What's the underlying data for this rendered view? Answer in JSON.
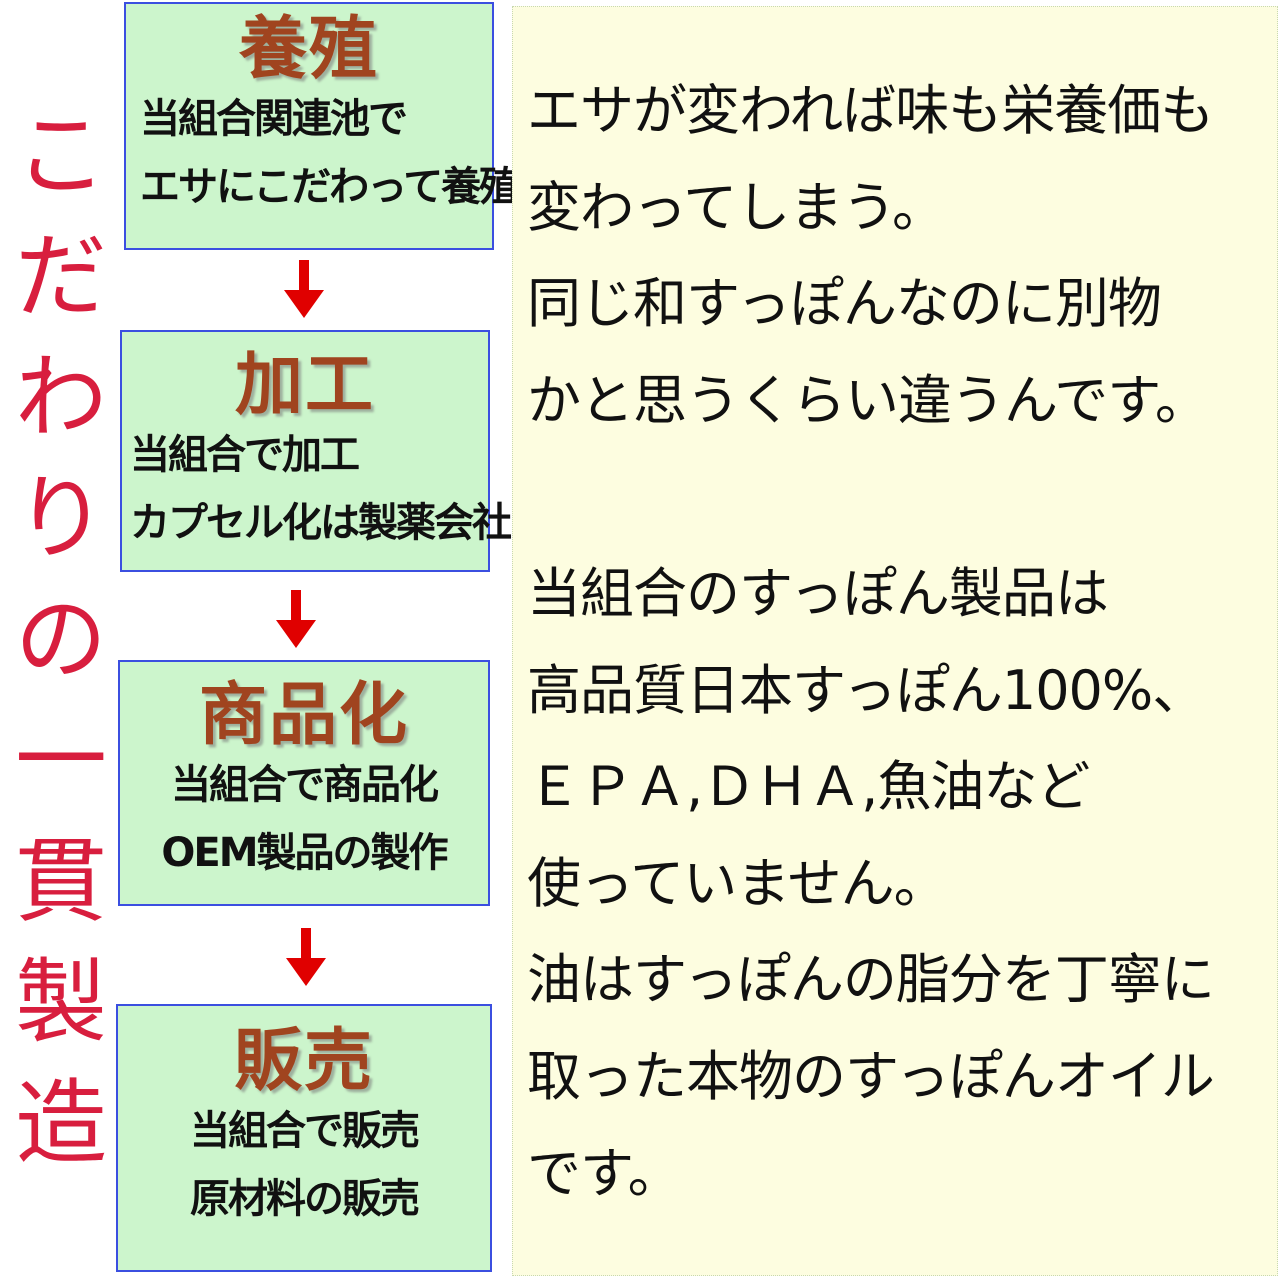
{
  "vertical_title": [
    "こ",
    "だ",
    "わ",
    "り",
    "の",
    "一",
    "貫",
    "製",
    "造"
  ],
  "steps": [
    {
      "title": "養殖",
      "lines": [
        "当組合関連池で",
        "エサにこだわって養殖"
      ]
    },
    {
      "title": "加工",
      "lines": [
        "当組合で加工",
        "カプセル化は製薬会社"
      ]
    },
    {
      "title": "商品化",
      "lines": [
        "当組合で商品化",
        "OEM製品の製作"
      ]
    },
    {
      "title": "販売",
      "lines": [
        "当組合で販売",
        "原材料の販売"
      ]
    }
  ],
  "description_lines": [
    "エサが変われば味も栄養価も",
    "変わってしまう。",
    "同じ和すっぽんなのに別物",
    "かと思うくらい違うんです。",
    "",
    "当組合のすっぽん製品は",
    "高品質日本すっぽん100%、",
    "ＥＰＡ,ＤＨＡ,魚油など",
    "使っていません。",
    "油はすっぽんの脂分を丁寧に",
    "取った本物のすっぽんオイル",
    "です。"
  ],
  "colors": {
    "title_red": "#d81e3e",
    "box_fill": "#ccf5cc",
    "box_border": "#3b4fe0",
    "step_title_brown": "#a0441f",
    "arrow_red": "#e00000",
    "panel_bg": "#fdfde0"
  }
}
